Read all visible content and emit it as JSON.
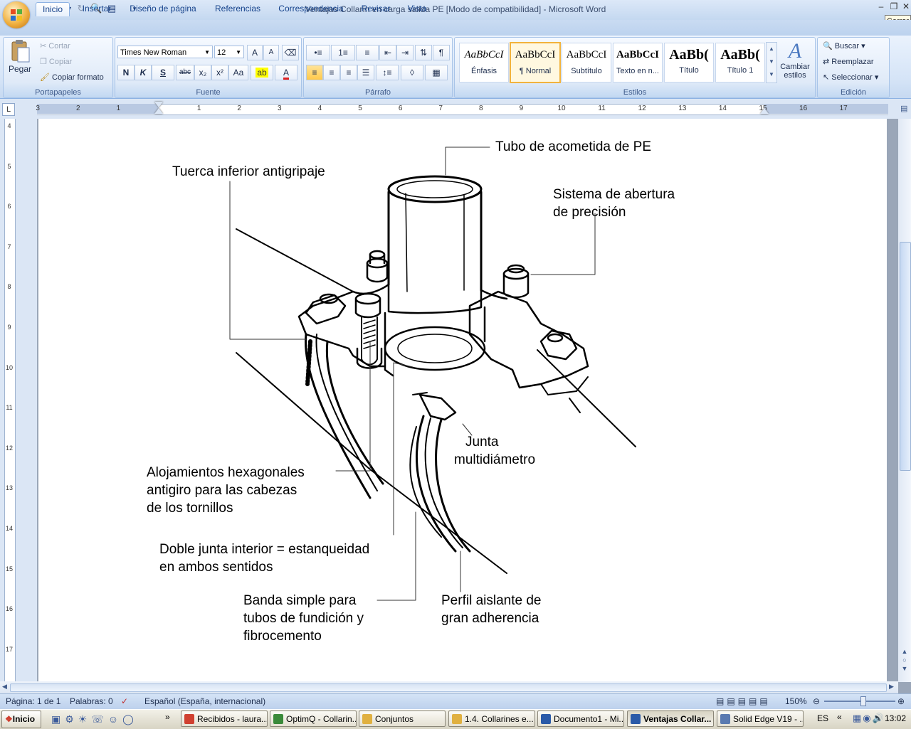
{
  "window": {
    "title": "Ventajas Collarín en carga salida PE [Modo de compatibilidad] - Microsoft Word",
    "tooltip": "Cerrar"
  },
  "tabs": [
    "Inicio",
    "Insertar",
    "Diseño de página",
    "Referencias",
    "Correspondencia",
    "Revisar",
    "Vista"
  ],
  "clipboard": {
    "paste": "Pegar",
    "cut": "Cortar",
    "copy": "Copiar",
    "format_painter": "Copiar formato",
    "label": "Portapapeles"
  },
  "font": {
    "name": "Times New Roman",
    "size": "12",
    "label": "Fuente",
    "bold": "N",
    "italic": "K",
    "underline": "S",
    "strike": "abc",
    "sub": "x₂",
    "sup": "x²",
    "case": "Aa",
    "grow": "A",
    "shrink": "A"
  },
  "paragraph": {
    "label": "Párrafo"
  },
  "styles": {
    "label": "Estilos",
    "items": [
      {
        "preview": "AaBbCcI",
        "name": "Énfasis"
      },
      {
        "preview": "AaBbCcI",
        "name": "¶ Normal"
      },
      {
        "preview": "AaBbCcI",
        "name": "Subtítulo"
      },
      {
        "preview": "AaBbCcI",
        "name": "Texto en n..."
      },
      {
        "preview": "AaBb(",
        "name": "Título"
      },
      {
        "preview": "AaBb(",
        "name": "Título 1"
      }
    ],
    "change": "Cambiar estilos"
  },
  "editing": {
    "label": "Edición",
    "find": "Buscar",
    "replace": "Reemplazar",
    "select": "Seleccionar"
  },
  "ruler": {
    "h_numbers": [
      "3",
      "2",
      "1",
      "1",
      "2",
      "3",
      "4",
      "5",
      "6",
      "7",
      "8",
      "9",
      "10",
      "11",
      "12",
      "13",
      "14",
      "15",
      "16",
      "17"
    ],
    "v_numbers": [
      "4",
      "5",
      "6",
      "7",
      "8",
      "9",
      "10",
      "11",
      "12",
      "13",
      "14",
      "15",
      "16",
      "17"
    ]
  },
  "diagram": {
    "labels": {
      "tubo": "Tubo de acometida de PE",
      "tuerca": "Tuerca inferior antigripaje",
      "sistema_1": "Sistema de abertura",
      "sistema_2": "de precisión",
      "junta_1": "Junta",
      "junta_2": "multidiámetro",
      "aloj_1": "Alojamientos hexagonales",
      "aloj_2": "antigiro para las cabezas",
      "aloj_3": "de los tornillos",
      "doble_1": "Doble junta interior = estanqueidad",
      "doble_2": "en ambos sentidos",
      "banda_1": "Banda simple para",
      "banda_2": "tubos de fundición y",
      "banda_3": "fibrocemento",
      "perfil_1": "Perfil aislante de",
      "perfil_2": "gran adherencia"
    }
  },
  "status": {
    "page": "Página: 1 de 1",
    "words": "Palabras: 0",
    "language": "Español (España, internacional)",
    "zoom": "150%"
  },
  "taskbar": {
    "start": "Inicio",
    "tasks": [
      {
        "label": "Recibidos - laura...",
        "color": "#d04030"
      },
      {
        "label": "OptimQ - Collarin...",
        "color": "#3a8a3a"
      },
      {
        "label": "Conjuntos",
        "color": "#e0b040"
      },
      {
        "label": "1.4. Collarines e...",
        "color": "#e0b040"
      },
      {
        "label": "Documento1 - Mi...",
        "color": "#2a5aa8"
      },
      {
        "label": "Ventajas Collar...",
        "color": "#2a5aa8"
      },
      {
        "label": "Solid Edge V19 - ...",
        "color": "#5a7ab0"
      }
    ],
    "lang": "ES",
    "time": "13:02"
  }
}
